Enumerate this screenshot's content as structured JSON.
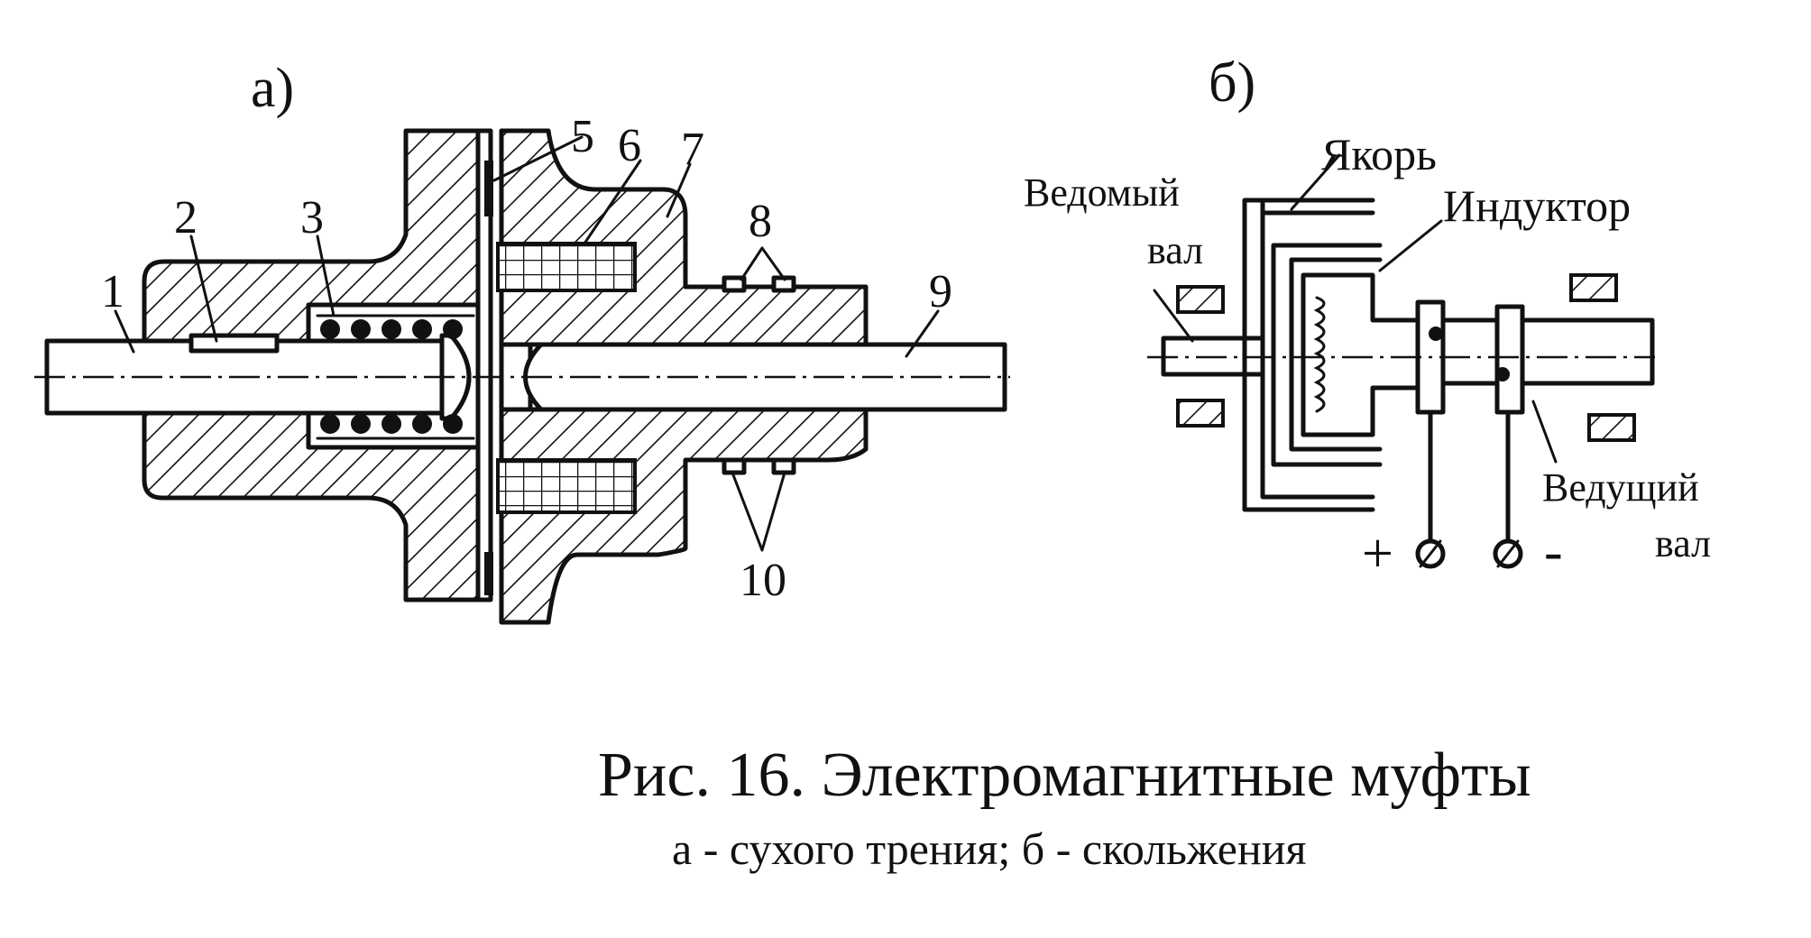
{
  "figure": {
    "panel_a_label": "а)",
    "panel_b_label": "б)",
    "caption_title": "Рис. 16. Электромагнитные муфты",
    "caption_subtitle": "а - сухого трения; б - скольжения"
  },
  "panel_a": {
    "callouts": [
      "1",
      "2",
      "3",
      "5",
      "6",
      "7",
      "8",
      "9",
      "10"
    ]
  },
  "panel_b": {
    "anchor_label": "Якорь",
    "inductor_label": "Индуктор",
    "driven_shaft_line1": "Ведомый",
    "driven_shaft_line2": "вал",
    "driving_shaft_line1": "Ведущий",
    "driving_shaft_line2": "вал",
    "plus_sign": "+",
    "minus_sign": "-"
  }
}
